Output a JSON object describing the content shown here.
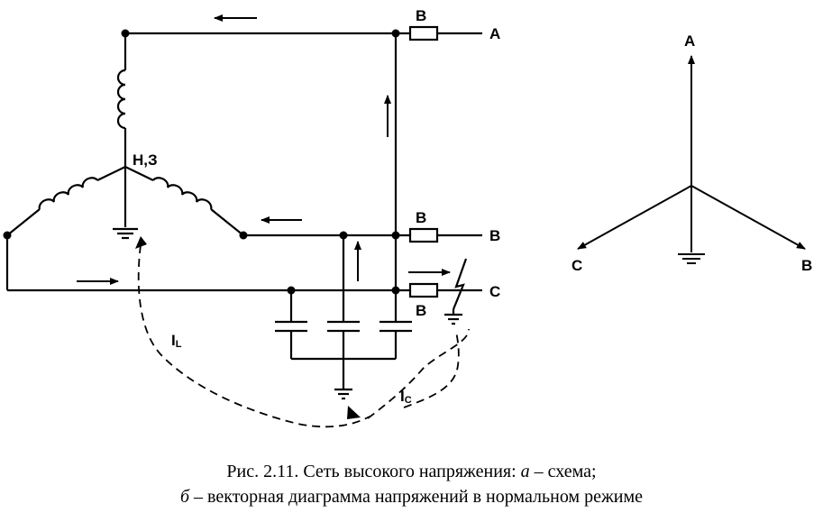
{
  "diagram_a": {
    "phase_labels": {
      "a": "A",
      "b": "B",
      "c": "C"
    },
    "breaker_label": "B",
    "neutral_label": "Н,З",
    "current_L": {
      "main": "I",
      "sub": "L"
    },
    "current_C": {
      "main": "I",
      "sub": "C"
    }
  },
  "diagram_b": {
    "vector_labels": {
      "a": "A",
      "b": "B",
      "c": "C"
    }
  },
  "caption": {
    "line1_prefix": "Рис. 2.11. Сеть высокого напряжения: ",
    "line1_a": "а",
    "line1_suffix": " – схема;",
    "line2_b": "б",
    "line2_suffix": " – векторная диаграмма напряжений в нормальном режиме"
  }
}
